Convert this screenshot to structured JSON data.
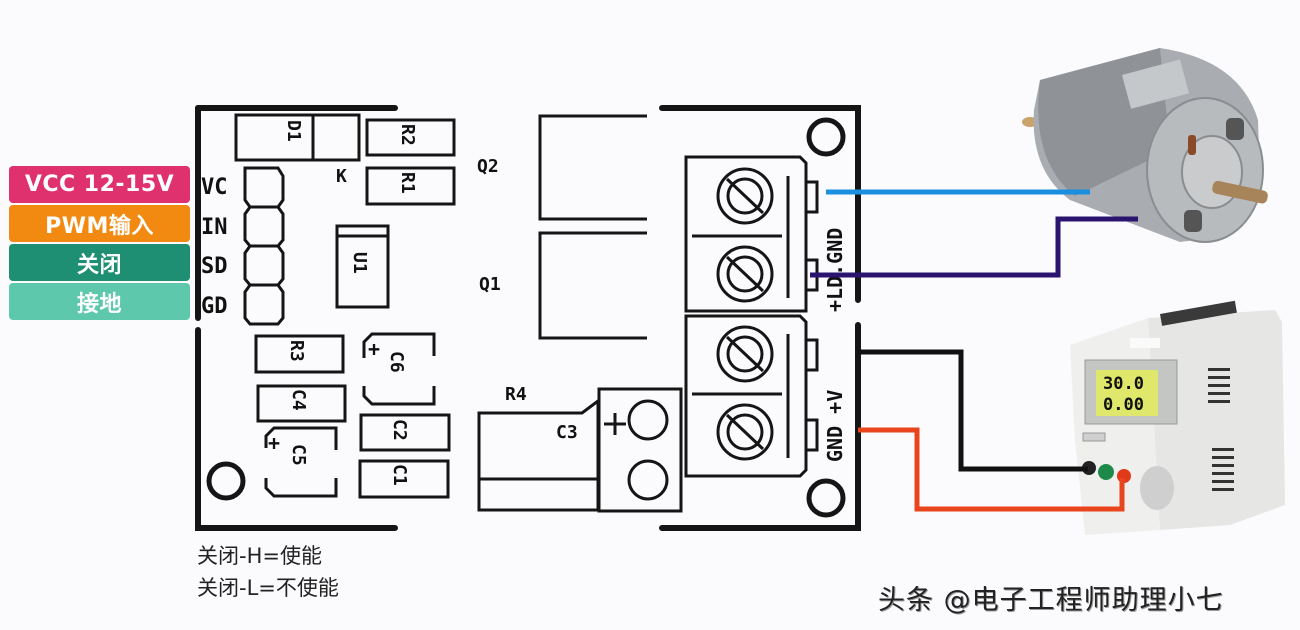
{
  "pin_labels": [
    {
      "text": "VCC 12-15V",
      "color": "#e0316f"
    },
    {
      "text": "PWM输入",
      "color": "#f28a12"
    },
    {
      "text": "关闭",
      "color": "#1e8f72"
    },
    {
      "text": "接地",
      "color": "#5ec8ad"
    }
  ],
  "header_pins": [
    "VC",
    "IN",
    "SD",
    "GD"
  ],
  "components": {
    "d1": "D1",
    "k": "K",
    "r1": "R1",
    "r2": "R2",
    "r3": "R3",
    "r4": "R4",
    "u1": "U1",
    "q1": "Q1",
    "q2": "Q2",
    "c1": "C1",
    "c2": "C2",
    "c3": "C3",
    "c4": "C4",
    "c5": "C5",
    "c6": "C6",
    "plus": "+"
  },
  "terminal_labels": {
    "motor": "+LD.GND",
    "power": "GND +V"
  },
  "wire_colors": {
    "motor_gnd": "#1a8fe0",
    "motor_plus": "#2a1470",
    "power_plus": "#111111",
    "power_gnd": "#e8451c"
  },
  "psu_display": {
    "voltage": "30.0",
    "current": "0.00"
  },
  "notes": [
    "关闭-H=使能",
    "关闭-L=不使能"
  ],
  "watermark": "头条 @电子工程师助理小七"
}
